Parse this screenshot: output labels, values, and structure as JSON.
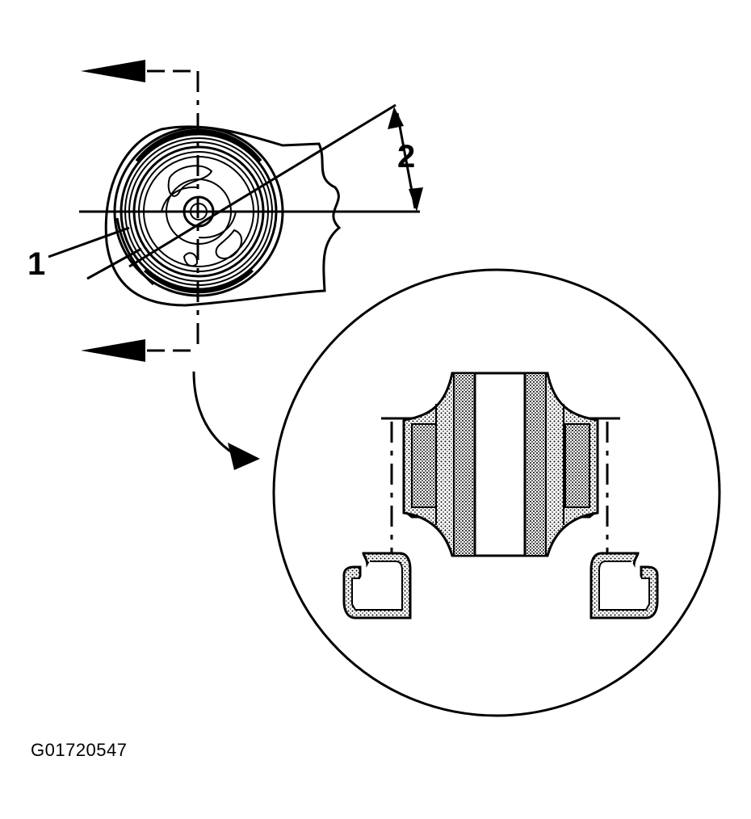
{
  "callouts": {
    "label_1": "1",
    "label_2": "2"
  },
  "figure_id": "G01720547",
  "colors": {
    "ink": "#000000",
    "paper": "#ffffff",
    "stipple": "#bdbdbd"
  }
}
